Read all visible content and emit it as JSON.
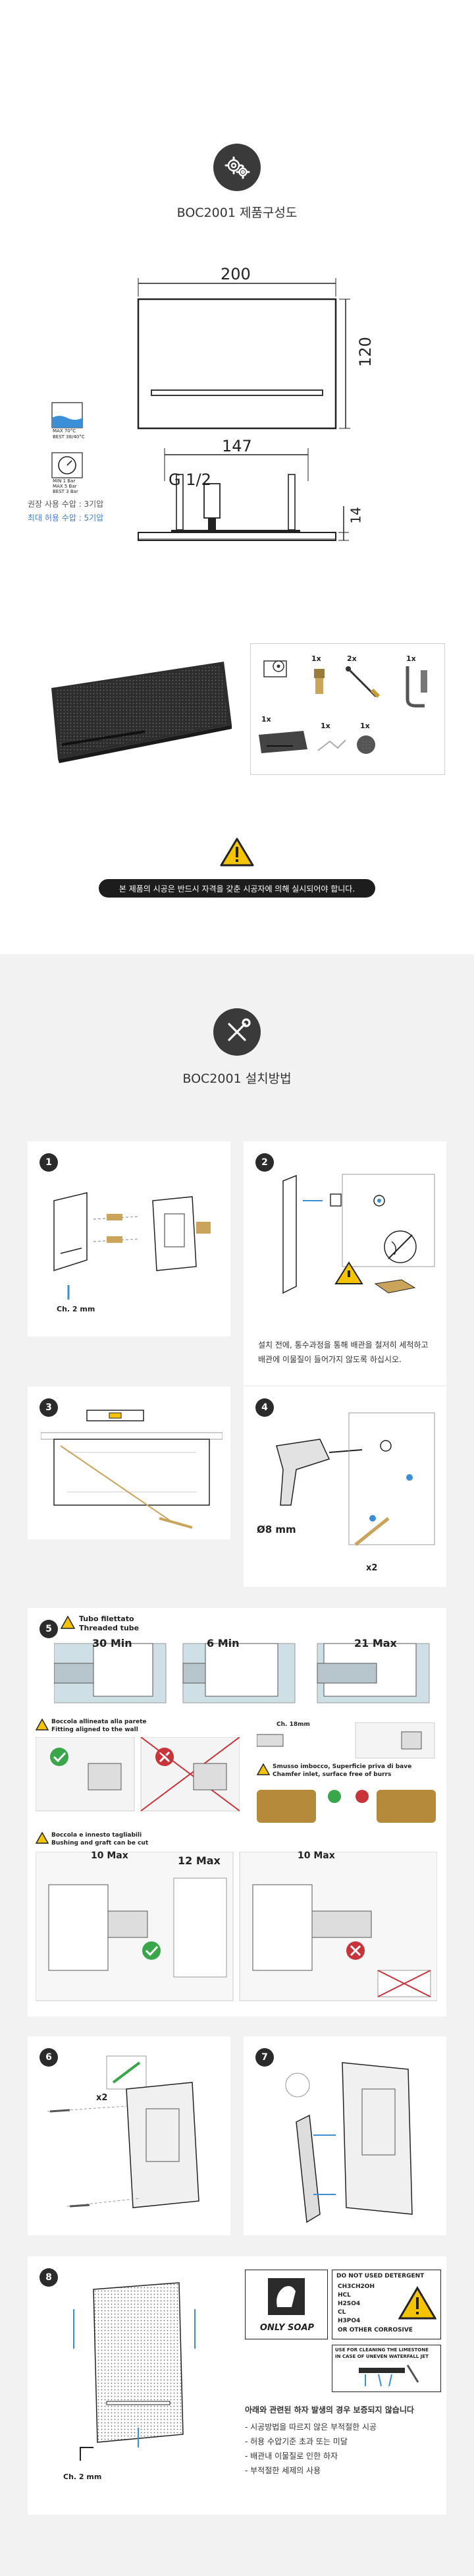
{
  "section1": {
    "title": "BOC2001 제품구성도",
    "dims": {
      "width": "200",
      "height": "120",
      "pitch": "147",
      "thread": "G 1/2",
      "depth": "14"
    },
    "temp_badge": {
      "line1": "MAX 70°C",
      "line2": "BEST 38/40°C"
    },
    "pressure_badge": {
      "line1": "MIN 1 Bar",
      "line2": "MAX 5 Bar",
      "line3": "BEST 3 Bar"
    },
    "spec_recommended": "권장 사용 수압 : 3기압",
    "spec_max": "최대 허용 수압 : 5기압",
    "parts": [
      {
        "qty": "1x"
      },
      {
        "qty": "2x"
      },
      {
        "qty": "1x"
      },
      {
        "qty": "1x"
      },
      {
        "qty": "1x"
      },
      {
        "qty": "1x"
      }
    ],
    "warning": "본 제품의 시공은 반드시 자격을 갖춘 시공자에 의해 실시되어야 합니다."
  },
  "section2": {
    "title": "BOC2001 설치방법",
    "steps": [
      {
        "num": "1",
        "label": "Ch. 2 mm"
      },
      {
        "num": "2",
        "note_line1": "설치 전에, 통수과정을 통해 배관을 철저히 세척하고",
        "note_line2": "배관에 이물질이 들어가지 않도록 하십시오."
      },
      {
        "num": "3"
      },
      {
        "num": "4",
        "drill": "Ø8 mm",
        "qty": "x2"
      },
      {
        "num": "5",
        "tube_it": "Tubo filettato",
        "tube_en": "Threaded tube",
        "dim_a": "30 Min",
        "dim_b": "6 Min",
        "dim_c": "21 Max",
        "align_it": "Boccola allineata alla parete",
        "align_en": "Fitting aligned to the wall",
        "chamfer": "Ch. 18mm",
        "smooth_it": "Smusso imbocco, Superficie priva di bave",
        "smooth_en": "Chamfer inlet, surface free of burrs",
        "bush_it": "Boccola e innesto tagliabili",
        "bush_en": "Bushing and graft can be cut",
        "dim_d": "10 Max",
        "dim_e": "12 Max",
        "dim_f": "10 Max"
      },
      {
        "num": "6",
        "qty": "x2"
      },
      {
        "num": "7"
      },
      {
        "num": "8",
        "label": "Ch. 2 mm",
        "only_soap": "ONLY SOAP",
        "no_detergent": "DO NOT USED DETERGENT",
        "chemicals": [
          "CH3CH2OH",
          "HCL",
          "H2SO4",
          "CL",
          "H3PO4"
        ],
        "corrosive": "OR OTHER CORROSIVE",
        "limestone_1": "USE FOR CLEANING THE LIMESTONE",
        "limestone_2": "IN CASE OF UNEVEN WATERFALL JET",
        "warranty_title": "아래와 관련된 하자 발생의 경우 보증되지 않습니다",
        "warranty_items": [
          "- 시공방법을 따르지 않은 부적절한 시공",
          "- 허용 수압기준 초과 또는 미달",
          "- 배관내 이물질로 인한 하자",
          "- 부적절한 세제의 사용"
        ]
      }
    ]
  }
}
